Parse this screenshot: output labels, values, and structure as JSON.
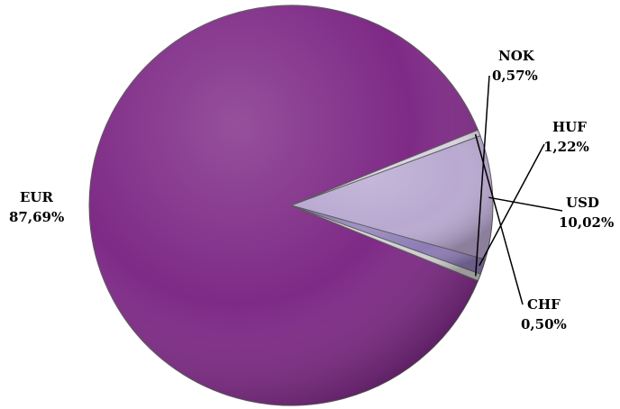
{
  "chart_data": {
    "type": "pie",
    "title": "",
    "slices": [
      {
        "name": "EUR",
        "value": 87.69,
        "label": "87,69%",
        "color": "#7e2a86"
      },
      {
        "name": "CHF",
        "value": 0.5,
        "label": "0,50%",
        "color": "#d8d2e0"
      },
      {
        "name": "USD",
        "value": 10.02,
        "label": "10,02%",
        "color": "#b9a9d1"
      },
      {
        "name": "HUF",
        "value": 1.22,
        "label": "1,22%",
        "color": "#8d7cb6"
      },
      {
        "name": "NOK",
        "value": 0.57,
        "label": "0,57%",
        "color": "#cfcfcf"
      }
    ],
    "legend": "none"
  }
}
